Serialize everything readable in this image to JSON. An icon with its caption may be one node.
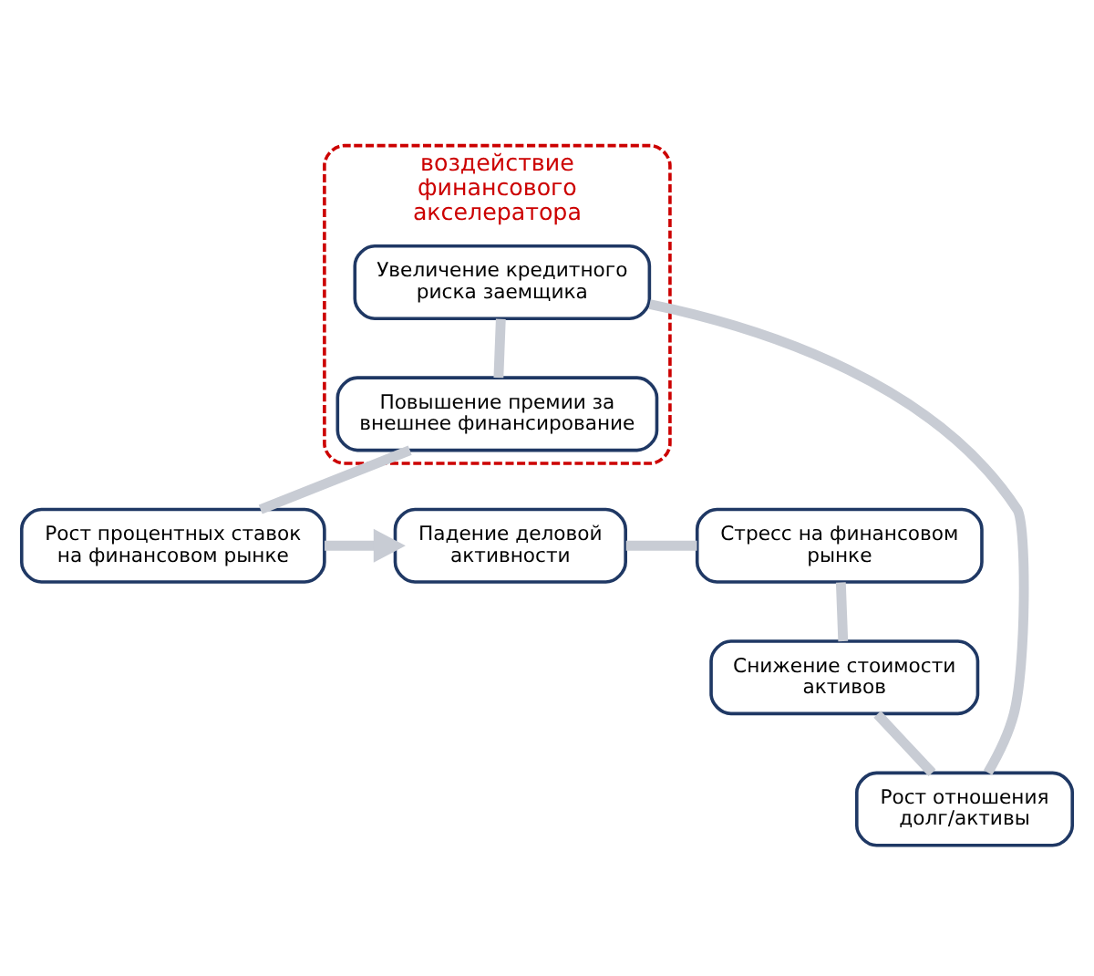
{
  "diagram": {
    "nodes": [
      {
        "text": [
          "Падение деловой активности"
        ]
      },
      {
        "text": [
          "Рост процентных ставок на финансовом рынке"
        ]
      },
      {
        "text": [
          "Стресс на финансовом рынке"
        ]
      },
      {
        "text": [
          "воздействие финансового акселератора"
        ]
      },
      {
        "text": [
          "Повышение премии за внешнее финансирование"
        ],
        "in": 3
      },
      {
        "text": [
          "Снижение стоимости активов"
        ]
      },
      {
        "text": [
          "Увеличение кредитного риска заемщика"
        ],
        "in": 3
      },
      {
        "text": [
          "Рост отношения долг/активы"
        ]
      }
    ],
    "edges": [
      {
        "from": 0,
        "to": 2,
        "arrow": "none"
      },
      {
        "from": 2,
        "to": 5,
        "arrow": "none"
      },
      {
        "from": 5,
        "to": 7,
        "arrow": "none"
      },
      {
        "from": 7,
        "to": 6,
        "arrow": "none"
      },
      {
        "from": 6,
        "to": 4,
        "arrow": "none"
      },
      {
        "from": 4,
        "to": 1,
        "arrow": "none"
      },
      {
        "from": 1,
        "to": 0,
        "arrow": "to"
      }
    ]
  }
}
